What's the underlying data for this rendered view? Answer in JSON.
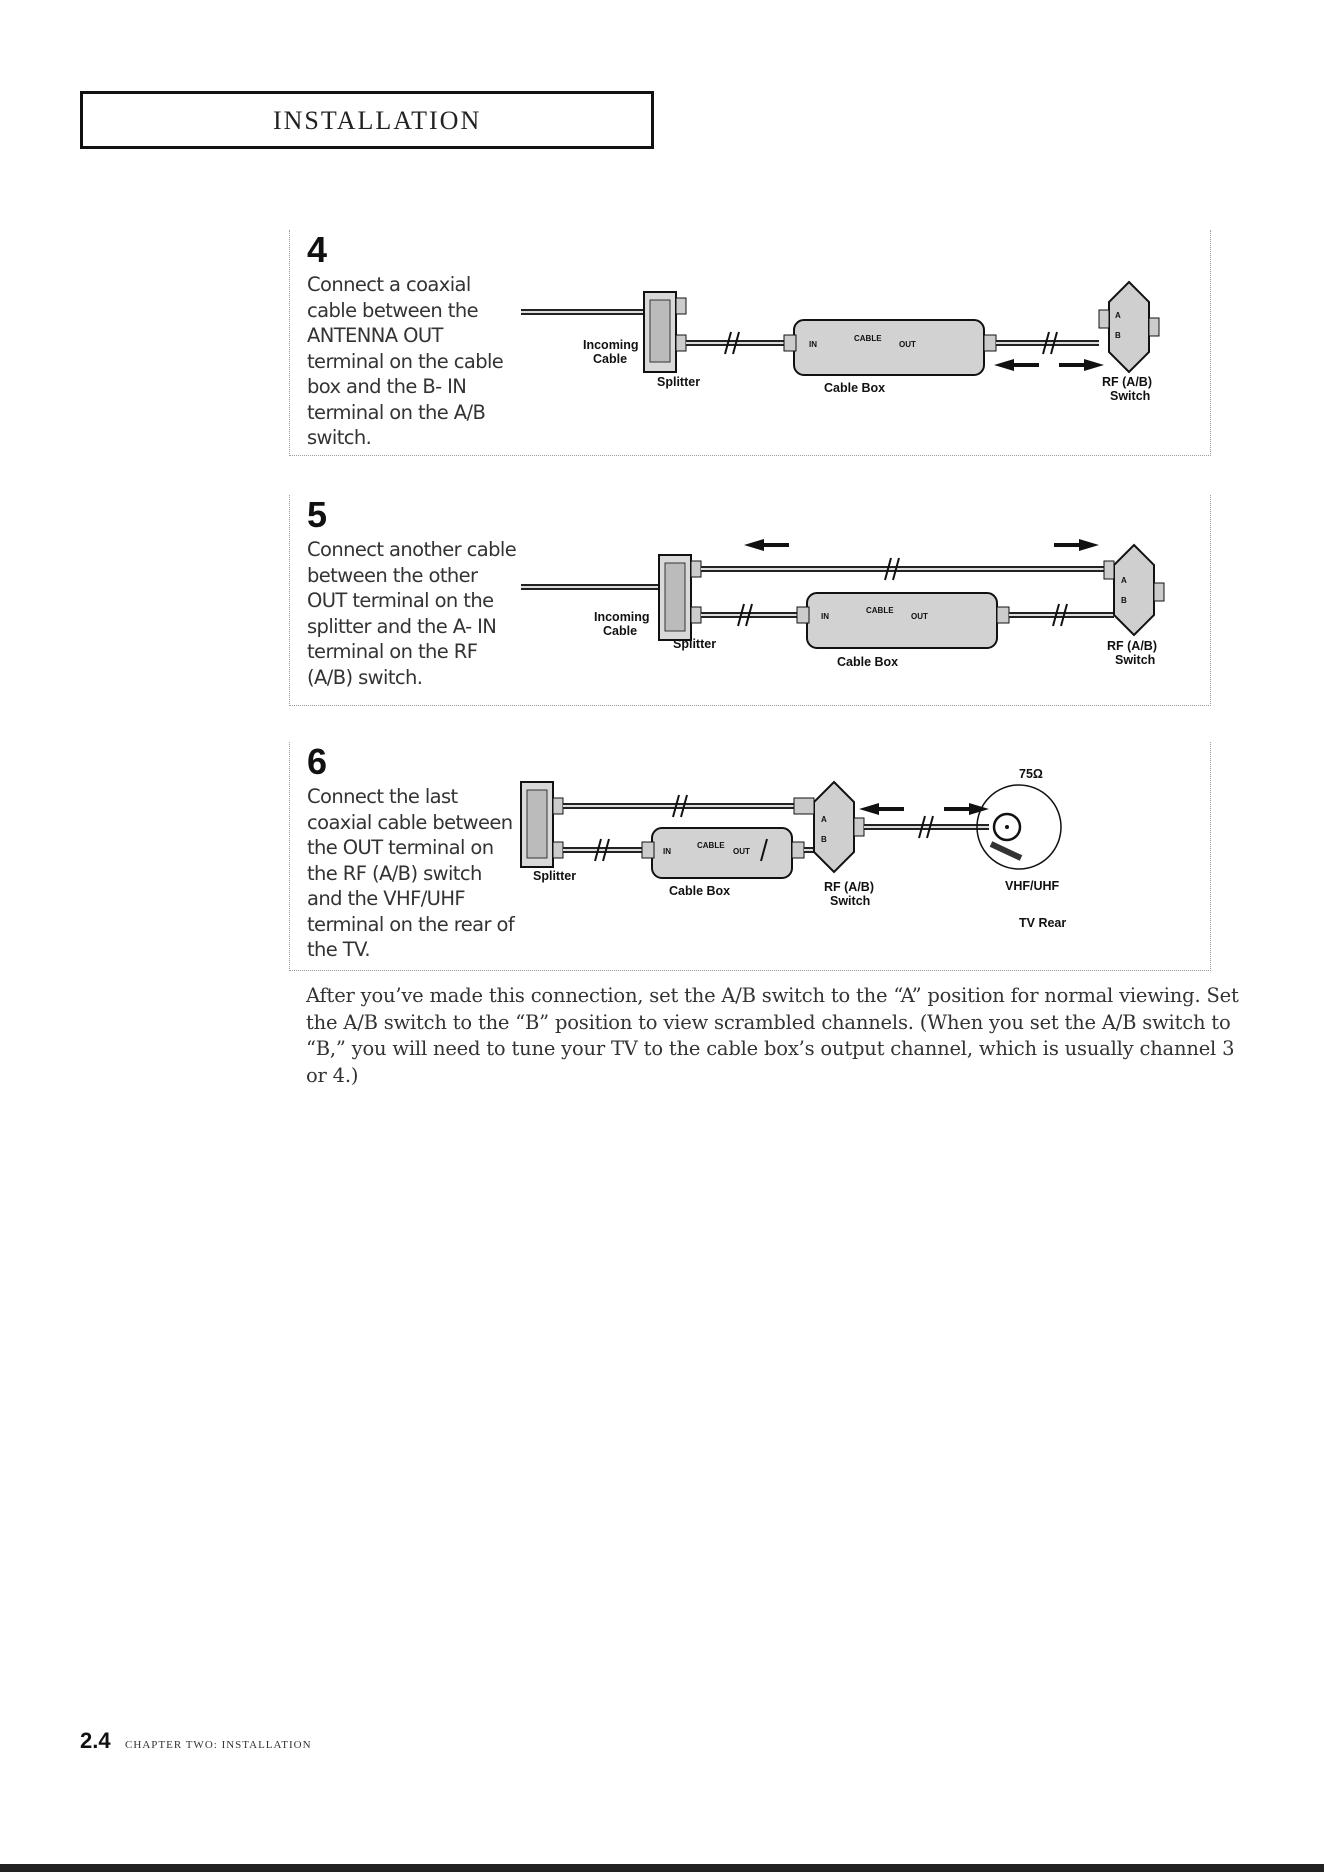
{
  "header": {
    "title": "INSTALLATION"
  },
  "steps": [
    {
      "number": "4",
      "text": "Connect a coaxial cable between the ANTENNA OUT terminal on the cable box and the B- IN terminal on the A/B switch.",
      "labels": {
        "incoming": "Incoming",
        "cable": "Cable",
        "splitter": "Splitter",
        "cable_box": "Cable Box",
        "in": "IN",
        "cable_port": "CABLE",
        "out": "OUT",
        "rf": "RF (A/B)",
        "switch": "Switch",
        "a": "A",
        "b": "B"
      }
    },
    {
      "number": "5",
      "text": "Connect another cable between the other OUT terminal on the splitter and the A- IN terminal on the RF (A/B) switch.",
      "labels": {
        "incoming": "Incoming",
        "cable": "Cable",
        "splitter": "Splitter",
        "cable_box": "Cable Box",
        "in": "IN",
        "cable_port": "CABLE",
        "out": "OUT",
        "rf": "RF (A/B)",
        "switch": "Switch",
        "a": "A",
        "b": "B"
      }
    },
    {
      "number": "6",
      "text": "Connect the last coaxial cable between the OUT terminal on the RF (A/B) switch and the VHF/UHF terminal on the rear of the TV.",
      "labels": {
        "splitter": "Splitter",
        "cable_box": "Cable Box",
        "in": "IN",
        "cable_port": "CABLE",
        "out": "OUT",
        "rf": "RF (A/B)",
        "switch": "Switch",
        "ohm": "75Ω",
        "vhf": "VHF/UHF",
        "tv_rear": "TV Rear",
        "a": "A",
        "b": "B"
      }
    }
  ],
  "after_text": "After you’ve made this connection, set the A/B switch to the “A” position for normal viewing. Set the A/B switch to the “B” position to view scrambled channels. (When you set the A/B switch to “B,” you will need to tune your TV to the cable box’s output channel, which is usually channel 3 or 4.)",
  "footer": {
    "page_number": "2.4",
    "chapter": "Chapter Two: Installation"
  }
}
